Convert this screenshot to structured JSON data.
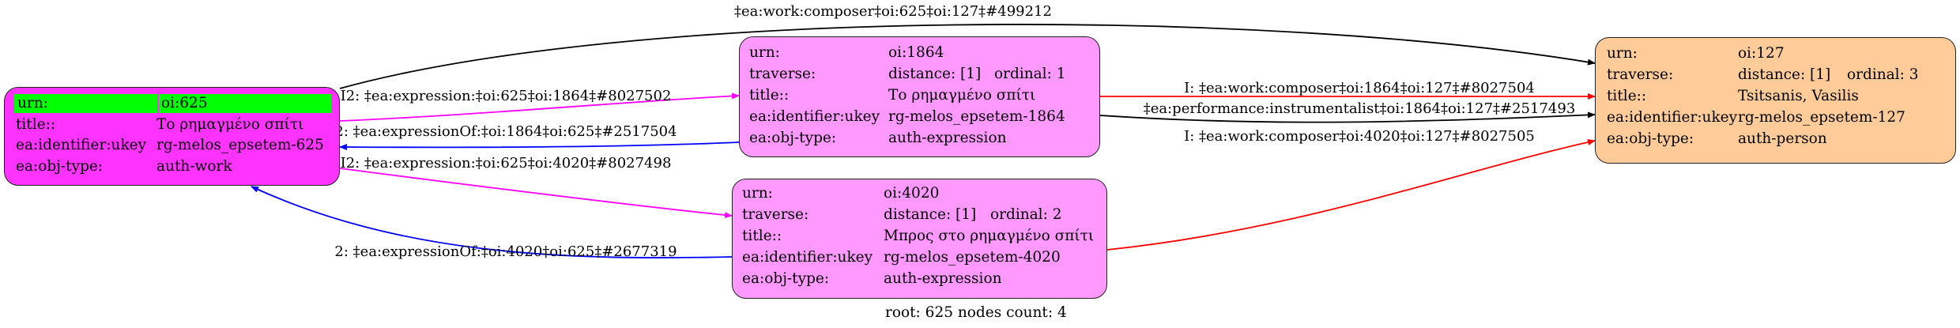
{
  "colors": {
    "root": "#ff33ff",
    "expression": "#ff99ff",
    "person": "#ffcc99",
    "highlight": "#00ff00",
    "edge_expression": "#ff00ff",
    "edge_expressionOf": "#0000ff",
    "edge_composer": "#ff0000",
    "edge_other": "#000000"
  },
  "nodes": {
    "n625": {
      "urn_k": "urn:",
      "urn": "oi:625",
      "title_k": "title::",
      "title": "Το ρημαγμένο σπίτι",
      "ukey_k": "ea:identifier:ukey",
      "ukey": "rg-melos_epsetem-625",
      "type_k": "ea:obj-type:",
      "type": "auth-work"
    },
    "n1864": {
      "urn_k": "urn:",
      "urn": "oi:1864",
      "trav_k": "traverse:",
      "distance": "distance: [1]",
      "ordinal": "ordinal: 1",
      "title_k": "title::",
      "title": "Το ρημαγμένο σπίτι",
      "ukey_k": "ea:identifier:ukey",
      "ukey": "rg-melos_epsetem-1864",
      "type_k": "ea:obj-type:",
      "type": "auth-expression"
    },
    "n4020": {
      "urn_k": "urn:",
      "urn": "oi:4020",
      "trav_k": "traverse:",
      "distance": "distance: [1]",
      "ordinal": "ordinal: 2",
      "title_k": "title::",
      "title": "Μπρος στο ρημαγμένο σπίτι",
      "ukey_k": "ea:identifier:ukey",
      "ukey": "rg-melos_epsetem-4020",
      "type_k": "ea:obj-type:",
      "type": "auth-expression"
    },
    "n127": {
      "urn_k": "urn:",
      "urn": "oi:127",
      "trav_k": "traverse:",
      "distance": "distance: [1]",
      "ordinal": "ordinal: 3",
      "title_k": "title::",
      "title": "Tsitsanis, Vasilis",
      "ukey_k": "ea:identifier:ukey",
      "ukey": "rg-melos_epsetem-127",
      "type_k": "ea:obj-type:",
      "type": "auth-person"
    }
  },
  "edges": {
    "e625_127": "‡ea:work:composer‡oi:625‡oi:127‡#499212",
    "e625_1864": "I2: ‡ea:expression:‡oi:625‡oi:1864‡#8027502",
    "e1864_625": "2: ‡ea:expressionOf:‡oi:1864‡oi:625‡#2517504",
    "e625_4020": "I2: ‡ea:expression:‡oi:625‡oi:4020‡#8027498",
    "e4020_625": "2: ‡ea:expressionOf:‡oi:4020‡oi:625‡#2677319",
    "e1864_127a": "I: ‡ea:work:composer‡oi:1864‡oi:127‡#8027504",
    "e1864_127b": "‡ea:performance:instrumentalist‡oi:1864‡oi:127‡#2517493",
    "e4020_127": "I: ‡ea:work:composer‡oi:4020‡oi:127‡#8027505"
  },
  "footer": "root: 625 nodes count: 4"
}
